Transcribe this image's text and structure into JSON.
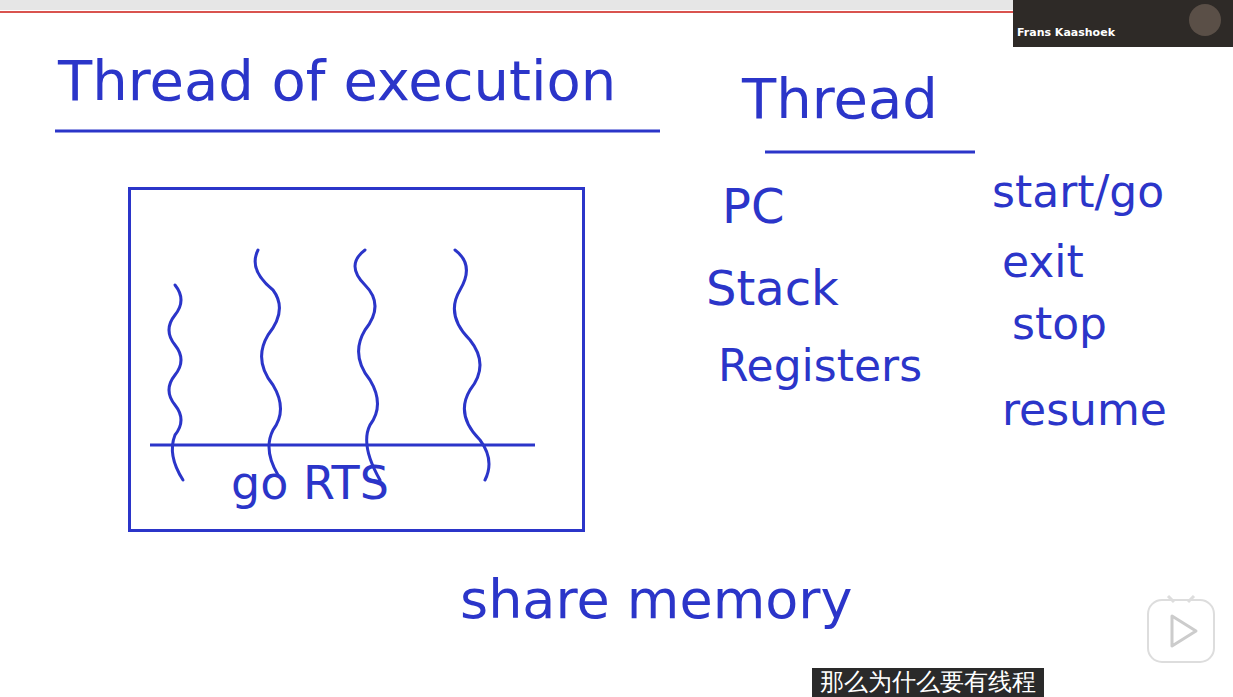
{
  "diagram": {
    "title": "Thread of execution",
    "nodes": [
      {
        "text": [
          "go RTS"
        ]
      }
    ],
    "labels": [
      "Thread",
      "PC",
      "Stack",
      "Registers",
      "start/go",
      "exit",
      "stop",
      "resume",
      "share memory",
      "Frans Kaashoek",
      "那么为什么要有线程"
    ]
  }
}
